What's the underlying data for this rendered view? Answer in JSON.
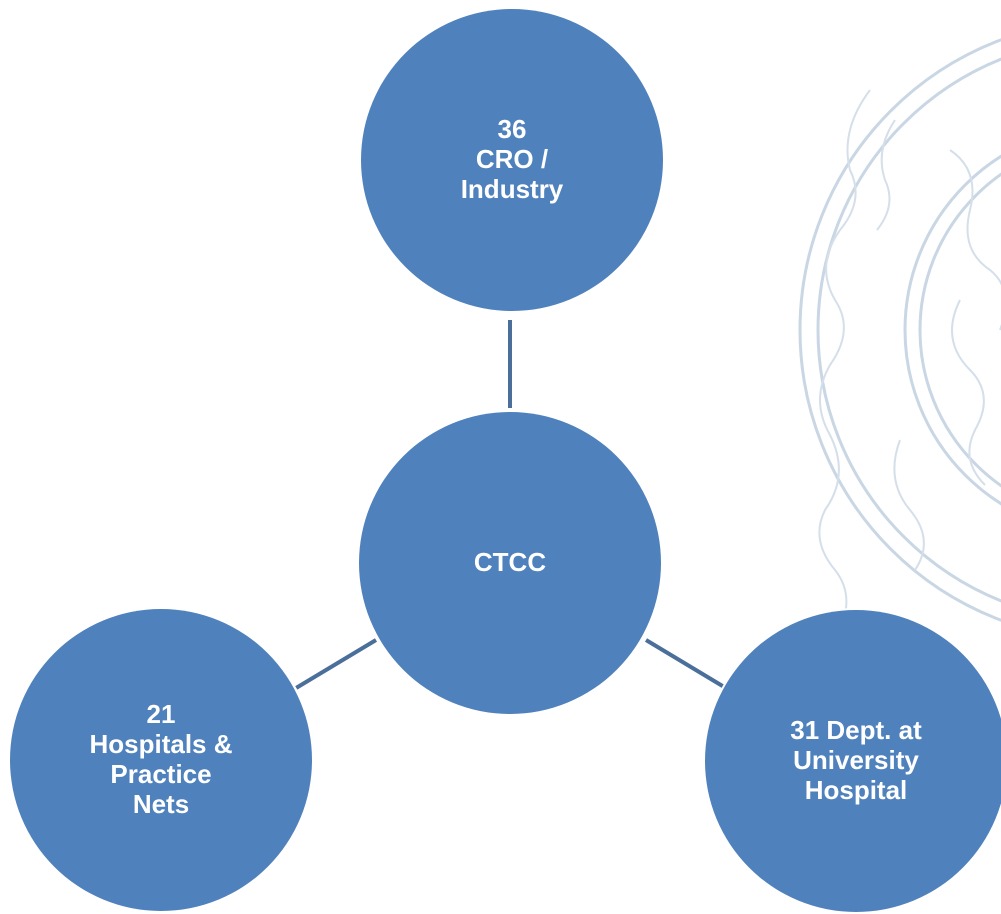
{
  "diagram": {
    "center": {
      "label": "CTCC"
    },
    "nodes": [
      {
        "id": "top",
        "label": "36\nCRO /\nIndustry"
      },
      {
        "id": "left",
        "label": "21\nHospitals &\nPractice\nNets"
      },
      {
        "id": "right",
        "label": "31 Dept. at\nUniversity\nHospital"
      }
    ]
  },
  "colors": {
    "node_fill": "#4f81bd",
    "connector": "#4a6f9b",
    "watermark": "#c9d6e4"
  }
}
